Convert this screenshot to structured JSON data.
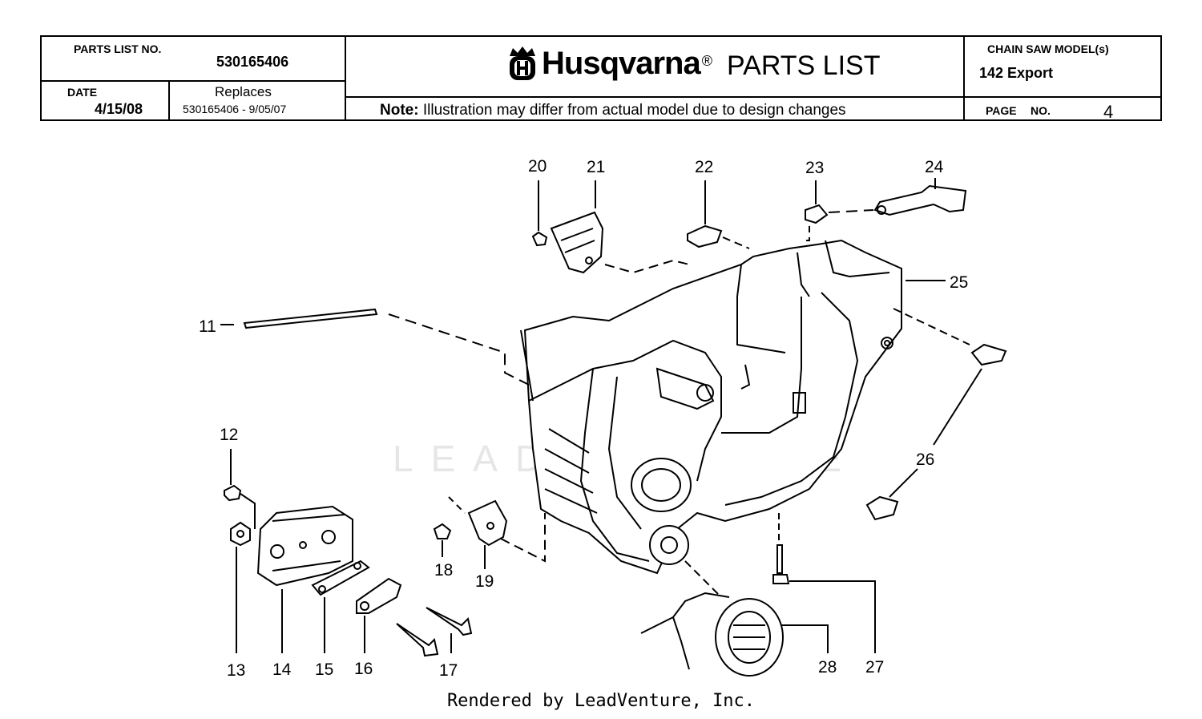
{
  "header": {
    "parts_list_no_label": "PARTS LIST NO.",
    "parts_list_no": "530165406",
    "date_label": "DATE",
    "date": "4/15/08",
    "replaces_label": "Replaces",
    "replaces": "530165406 - 9/05/07",
    "brand": "Husqvarna",
    "registered": "®",
    "title": "PARTS LIST",
    "note_label": "Note:",
    "note_text": "Illustration may differ from actual model due to design changes",
    "model_label": "CHAIN SAW MODEL(s)",
    "model": "142 Export",
    "page_label": "PAGE",
    "no_label": "NO.",
    "page_no": "4"
  },
  "watermark": "LEADVENTURE",
  "callouts": [
    "11",
    "12",
    "13",
    "14",
    "15",
    "16",
    "17",
    "18",
    "19",
    "20",
    "21",
    "22",
    "23",
    "24",
    "25",
    "26",
    "27",
    "28"
  ],
  "footer": "Rendered by LeadVenture, Inc."
}
